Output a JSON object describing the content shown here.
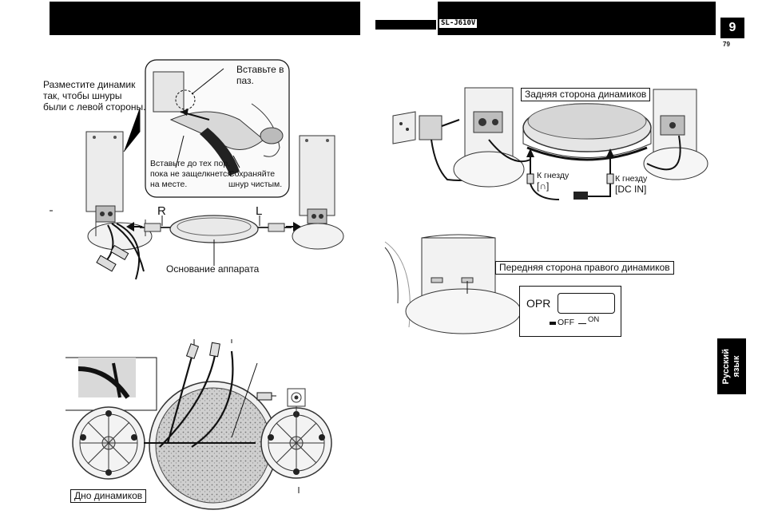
{
  "header": {
    "model": "SL-J610V",
    "page_badge": "9",
    "page_number": "79"
  },
  "side_tab": {
    "line1": "Русский",
    "line2": "язык"
  },
  "left": {
    "callout_place": [
      "Разместите динамик",
      "так, чтобы шнуры",
      "были с левой стороны."
    ],
    "callout_insert": [
      "Вставьте в",
      "паз."
    ],
    "callout_until": [
      "Вставьте до тех пор,",
      "пока не защелкнется",
      "на месте."
    ],
    "callout_clean": [
      "Сохраняйте",
      "шнур чистым."
    ],
    "label_r": "R",
    "label_l": "L",
    "base_label": "Основание аппарата",
    "bottom_label": "Дно динамиков"
  },
  "right": {
    "rear_label": "Задняя сторона динамиков",
    "jack_headphone": [
      "К гнезду",
      "[∩]"
    ],
    "jack_dcin": [
      "К гнезду",
      "[DC IN]"
    ],
    "front_label": "Передняя сторона правого динамиков",
    "opr_label": "OPR",
    "off_label": "OFF",
    "on_label": "ON"
  }
}
